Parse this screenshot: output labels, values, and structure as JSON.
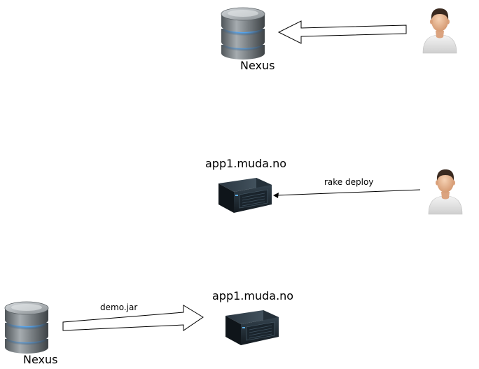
{
  "scenes": [
    {
      "database_label": "Nexus",
      "person": "user-icon"
    },
    {
      "server_label": "app1.muda.no",
      "arrow_label": "rake deploy",
      "person": "user-icon"
    },
    {
      "database_label": "Nexus",
      "server_label": "app1.muda.no",
      "arrow_label": "demo.jar"
    }
  ],
  "colors": {
    "db_body": "#7c8286",
    "db_glow": "#4aa8ff",
    "server_body": "#1f2a33",
    "person_shirt": "#e8e8e8",
    "person_hair": "#3a2a20",
    "person_skin": "#e6b592"
  }
}
